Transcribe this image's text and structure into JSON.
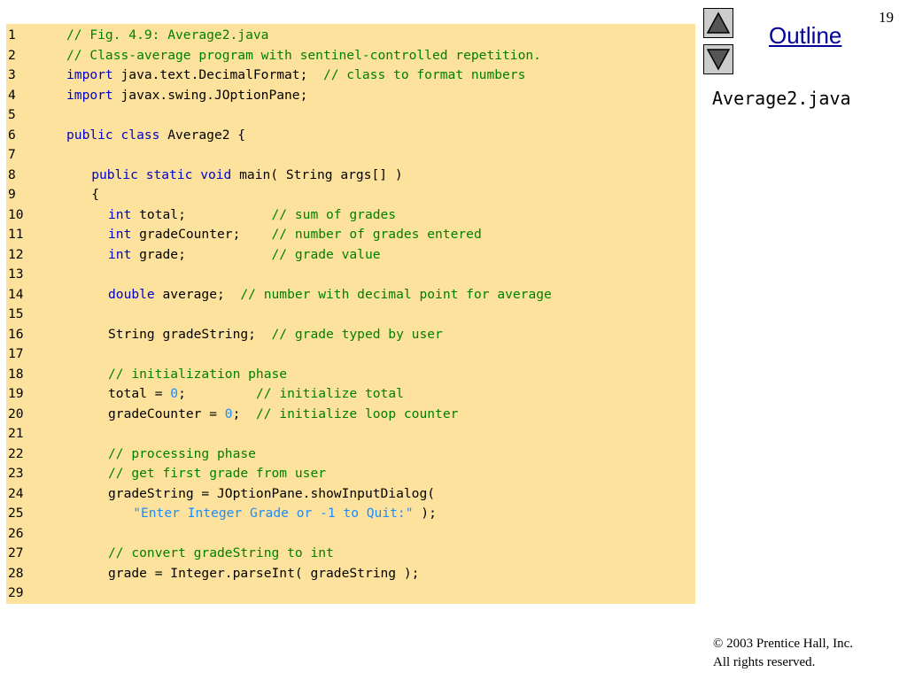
{
  "slide": {
    "number": "19",
    "outline_label": "Outline",
    "file_name": "Average2.java",
    "copyright_line1": "© 2003 Prentice Hall, Inc.",
    "copyright_line2": "All rights reserved.",
    "nav_up_icon": "triangle-up-icon",
    "nav_down_icon": "triangle-down-icon"
  },
  "code": {
    "lines": [
      {
        "n": "1",
        "indent": 0,
        "tokens": [
          {
            "t": "// Fig. 4.9: Average2.java",
            "c": "cm"
          }
        ]
      },
      {
        "n": "2",
        "indent": 0,
        "tokens": [
          {
            "t": "// Class-average program with sentinel-controlled repetition.",
            "c": "cm"
          }
        ]
      },
      {
        "n": "3",
        "indent": 0,
        "tokens": [
          {
            "t": "import",
            "c": "kw"
          },
          {
            "t": " java.text.DecimalFormat;  ",
            "c": ""
          },
          {
            "t": "// class to format numbers",
            "c": "cm"
          }
        ]
      },
      {
        "n": "4",
        "indent": 0,
        "tokens": [
          {
            "t": "import",
            "c": "kw"
          },
          {
            "t": " javax.swing.JOptionPane;",
            "c": ""
          }
        ]
      },
      {
        "n": "5",
        "indent": 0,
        "tokens": []
      },
      {
        "n": "6",
        "indent": 0,
        "tokens": [
          {
            "t": "public class",
            "c": "kw"
          },
          {
            "t": " Average2 {",
            "c": ""
          }
        ]
      },
      {
        "n": "7",
        "indent": 0,
        "tokens": []
      },
      {
        "n": "8",
        "indent": 3,
        "tokens": [
          {
            "t": "public static void",
            "c": "kw"
          },
          {
            "t": " main( String args[] )",
            "c": ""
          }
        ]
      },
      {
        "n": "9",
        "indent": 3,
        "tokens": [
          {
            "t": "{",
            "c": ""
          }
        ]
      },
      {
        "n": "10",
        "indent": 5,
        "tokens": [
          {
            "t": "int",
            "c": "kw"
          },
          {
            "t": " total;           ",
            "c": ""
          },
          {
            "t": "// sum of grades",
            "c": "cm"
          }
        ]
      },
      {
        "n": "11",
        "indent": 5,
        "tokens": [
          {
            "t": "int",
            "c": "kw"
          },
          {
            "t": " gradeCounter;    ",
            "c": ""
          },
          {
            "t": "// number of grades entered",
            "c": "cm"
          }
        ]
      },
      {
        "n": "12",
        "indent": 5,
        "tokens": [
          {
            "t": "int",
            "c": "kw"
          },
          {
            "t": " grade;           ",
            "c": ""
          },
          {
            "t": "// grade value",
            "c": "cm"
          }
        ]
      },
      {
        "n": "13",
        "indent": 0,
        "tokens": []
      },
      {
        "n": "14",
        "indent": 5,
        "tokens": [
          {
            "t": "double",
            "c": "kw"
          },
          {
            "t": " average;  ",
            "c": ""
          },
          {
            "t": "// number with decimal point for average",
            "c": "cm"
          }
        ]
      },
      {
        "n": "15",
        "indent": 0,
        "tokens": []
      },
      {
        "n": "16",
        "indent": 5,
        "tokens": [
          {
            "t": "String gradeString;  ",
            "c": ""
          },
          {
            "t": "// grade typed by user",
            "c": "cm"
          }
        ]
      },
      {
        "n": "17",
        "indent": 0,
        "tokens": []
      },
      {
        "n": "18",
        "indent": 5,
        "tokens": [
          {
            "t": "// initialization phase",
            "c": "cm"
          }
        ]
      },
      {
        "n": "19",
        "indent": 5,
        "tokens": [
          {
            "t": "total = ",
            "c": ""
          },
          {
            "t": "0",
            "c": "num"
          },
          {
            "t": ";         ",
            "c": ""
          },
          {
            "t": "// initialize total",
            "c": "cm"
          }
        ]
      },
      {
        "n": "20",
        "indent": 5,
        "tokens": [
          {
            "t": "gradeCounter = ",
            "c": ""
          },
          {
            "t": "0",
            "c": "num"
          },
          {
            "t": ";  ",
            "c": ""
          },
          {
            "t": "// initialize loop counter",
            "c": "cm"
          }
        ]
      },
      {
        "n": "21",
        "indent": 0,
        "tokens": []
      },
      {
        "n": "22",
        "indent": 5,
        "tokens": [
          {
            "t": "// processing phase",
            "c": "cm"
          }
        ]
      },
      {
        "n": "23",
        "indent": 5,
        "tokens": [
          {
            "t": "// get first grade from user",
            "c": "cm"
          }
        ]
      },
      {
        "n": "24",
        "indent": 5,
        "tokens": [
          {
            "t": "gradeString = JOptionPane.showInputDialog(",
            "c": ""
          }
        ]
      },
      {
        "n": "25",
        "indent": 8,
        "tokens": [
          {
            "t": "\"Enter Integer Grade or -1 to Quit:\"",
            "c": "str"
          },
          {
            "t": " );",
            "c": ""
          }
        ]
      },
      {
        "n": "26",
        "indent": 0,
        "tokens": []
      },
      {
        "n": "27",
        "indent": 5,
        "tokens": [
          {
            "t": "// convert gradeString to int",
            "c": "cm"
          }
        ]
      },
      {
        "n": "28",
        "indent": 5,
        "tokens": [
          {
            "t": "grade = Integer.parseInt( gradeString );",
            "c": ""
          }
        ]
      },
      {
        "n": "29",
        "indent": 0,
        "tokens": []
      }
    ]
  },
  "colors": {
    "code_background": "#fce29c",
    "keyword": "#0000cc",
    "comment": "#008000",
    "literal": "#1a8cff",
    "outline_link": "#000099"
  }
}
